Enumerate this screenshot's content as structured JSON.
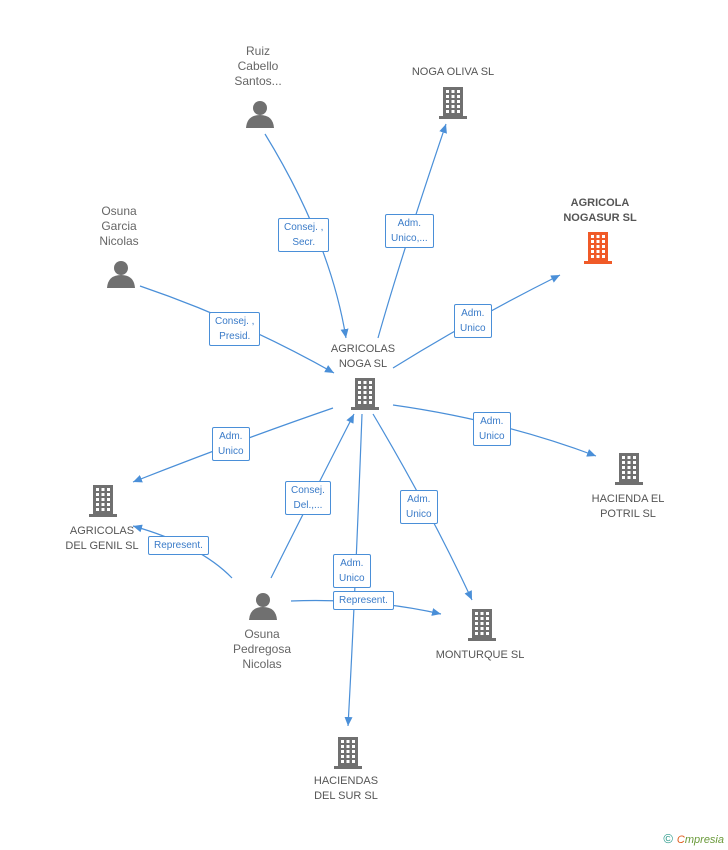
{
  "nodes": {
    "ruiz": {
      "lines": [
        "Ruiz",
        "Cabello",
        "Santos..."
      ],
      "kind": "person"
    },
    "noga_oliva": {
      "lines": [
        "NOGA OLIVA SL"
      ],
      "kind": "company"
    },
    "agricola_nogasur": {
      "lines": [
        "AGRICOLA",
        "NOGASUR SL"
      ],
      "kind": "company",
      "highlight": true
    },
    "osuna_garcia": {
      "lines": [
        "Osuna",
        "Garcia",
        "Nicolas"
      ],
      "kind": "person"
    },
    "agricolas_noga": {
      "lines": [
        "AGRICOLAS",
        "NOGA SL"
      ],
      "kind": "company"
    },
    "agricolas_genil": {
      "lines": [
        "AGRICOLAS",
        "DEL GENIL SL"
      ],
      "kind": "company"
    },
    "hacienda_potril": {
      "lines": [
        "HACIENDA EL",
        "POTRIL SL"
      ],
      "kind": "company"
    },
    "osuna_pedregosa": {
      "lines": [
        "Osuna",
        "Pedregosa",
        "Nicolas"
      ],
      "kind": "person"
    },
    "monturque": {
      "lines": [
        "MONTURQUE SL"
      ],
      "kind": "company"
    },
    "haciendas_sur": {
      "lines": [
        "HACIENDAS",
        "DEL SUR SL"
      ],
      "kind": "company"
    }
  },
  "edges": {
    "ruiz_noga": [
      "Consej. ,",
      "Secr."
    ],
    "noga_oliva": [
      "Adm.",
      "Unico,..."
    ],
    "noga_nogasur": [
      "Adm.",
      "Unico"
    ],
    "garcia_noga": [
      "Consej. ,",
      "Presid."
    ],
    "noga_genil": [
      "Adm.",
      "Unico"
    ],
    "noga_potril": [
      "Adm.",
      "Unico"
    ],
    "pedregosa_noga": [
      "Consej.",
      "Del.,..."
    ],
    "noga_monturque": [
      "Adm.",
      "Unico"
    ],
    "pedregosa_genil": [
      "Represent."
    ],
    "pedregosa_sur": [
      "Adm.",
      "Unico"
    ],
    "pedregosa_monturque": [
      "Represent."
    ]
  },
  "colors": {
    "edge": "#4a8fd8",
    "icon": "#707070",
    "highlight": "#f05a28"
  },
  "footer": {
    "copyright": "©",
    "brand_first": "C",
    "brand_rest": "mpresia"
  }
}
